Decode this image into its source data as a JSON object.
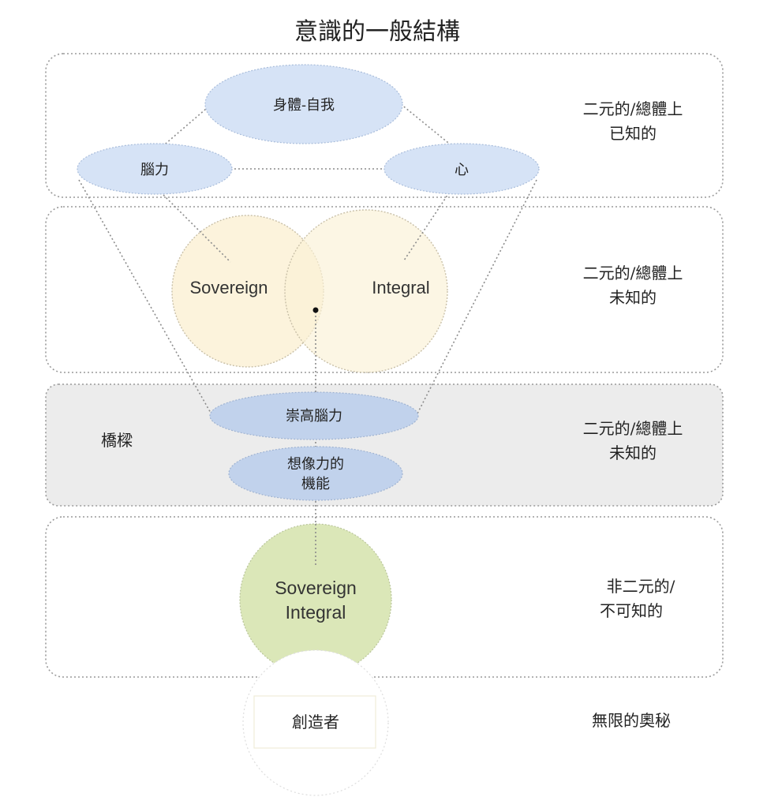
{
  "title": "意識的一般結構",
  "bands": [
    {
      "label_lines": [
        "二元的/總體上",
        "已知的"
      ]
    },
    {
      "label_lines": [
        "二元的/總體上",
        "未知的"
      ]
    },
    {
      "side_label": "橋樑",
      "label_lines": [
        "二元的/總體上",
        "未知的"
      ]
    },
    {
      "label_lines": [
        "非二元的/",
        "不可知的"
      ]
    },
    {
      "label_lines": [
        "無限的奧秘"
      ]
    }
  ],
  "nodes": {
    "body_self": "身體-自我",
    "mind": "腦力",
    "heart": "心",
    "sovereign": "Sovereign",
    "integral": "Integral",
    "higher_mind": "崇高腦力",
    "imagination_lines": [
      "想像力的",
      "機能"
    ],
    "sovereign_integral_lines": [
      "Sovereign",
      "Integral"
    ],
    "creator": "創造者"
  },
  "colors": {
    "band_border": "#9a9a9a",
    "band_fill": "#ffffff",
    "bridge_fill": "#ececec",
    "top_ellipse": "#d6e3f6",
    "top_ellipse_stroke": "#a9bddb",
    "venn_fill": "#fbf1d6",
    "venn_stroke": "#c9c0a8",
    "bridge_ellipse": "#c1d2ec",
    "si_fill": "#dbe7b8",
    "si_stroke": "#b9c59a",
    "line": "#8c8c8c"
  }
}
